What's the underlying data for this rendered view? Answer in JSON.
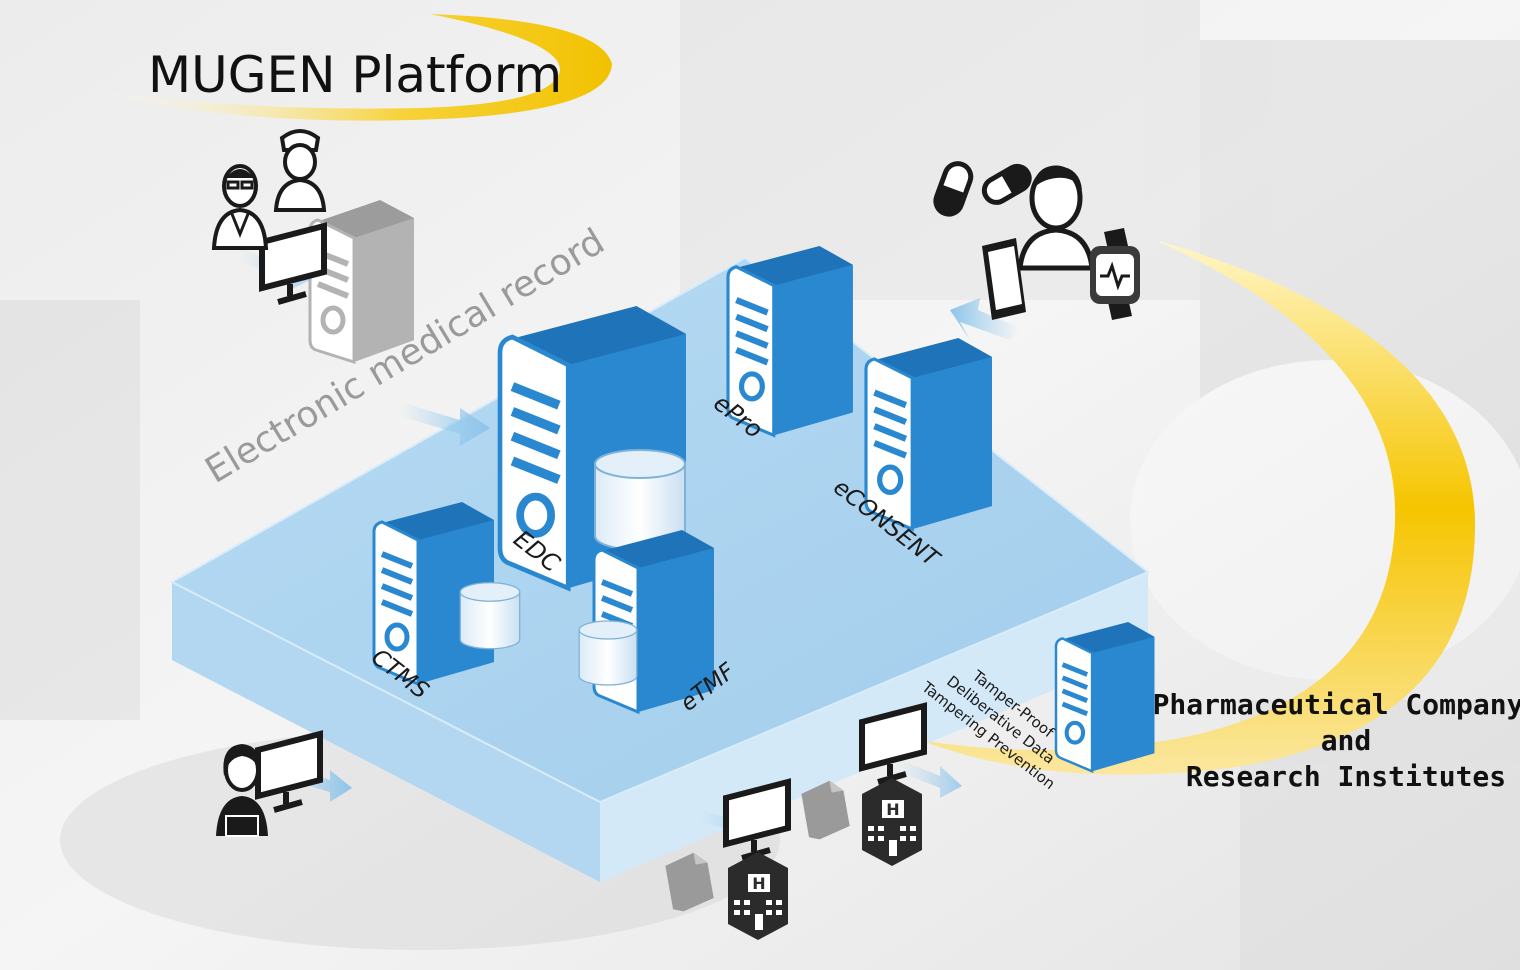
{
  "title": "MUGEN Platform",
  "emr_label": "Electronic medical record",
  "servers": {
    "edc": "EDC",
    "epro": "ePro",
    "econsent": "eCONSENT",
    "ctms": "CTMS",
    "etmf": "eTMF"
  },
  "tamper_lines": [
    "Tamper-Proof",
    "Deliberative Data",
    "Tampering Prevention"
  ],
  "pharma_lines": [
    "Pharmaceutical Company",
    "and",
    "Research Institutes"
  ],
  "icons": [
    "doctor-icon",
    "nurse-icon",
    "computer-icon",
    "emr-server-icon",
    "pill-icon",
    "capsule-icon",
    "patient-icon",
    "tablet-icon",
    "smartwatch-icon",
    "operator-icon",
    "hospital-icon",
    "document-icon",
    "server-icon",
    "database-icon"
  ],
  "colors": {
    "platform": "#a9d3ef",
    "server_blue": "#2a88d0",
    "accent_yellow": "#f6c500",
    "emr_gray": "#b3b3b3"
  }
}
